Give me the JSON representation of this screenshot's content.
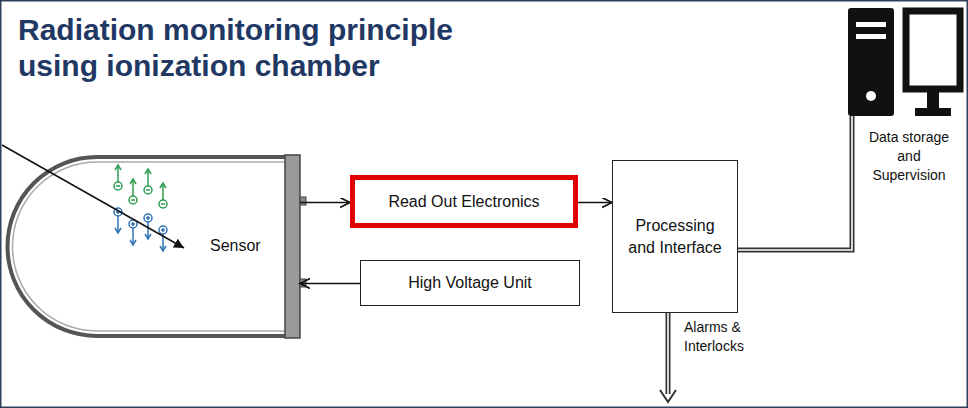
{
  "diagram": {
    "title": "Radiation monitoring principle using ionization chamber",
    "nodes": [
      {
        "text": [
          "Sensor"
        ]
      },
      {
        "text": [
          "Read Out Electronics"
        ]
      },
      {
        "text": [
          "High Voltage Unit"
        ]
      },
      {
        "text": [
          "Processing and Interface"
        ]
      }
    ],
    "edges": [
      {
        "from": 0,
        "to": 1,
        "arrow": "to"
      },
      {
        "from": 2,
        "to": 0,
        "arrow": "to"
      },
      {
        "from": 1,
        "to": 3,
        "arrow": "to"
      }
    ],
    "labels": [
      "Data storage and Supervision",
      "Alarms & Interlocks"
    ]
  }
}
